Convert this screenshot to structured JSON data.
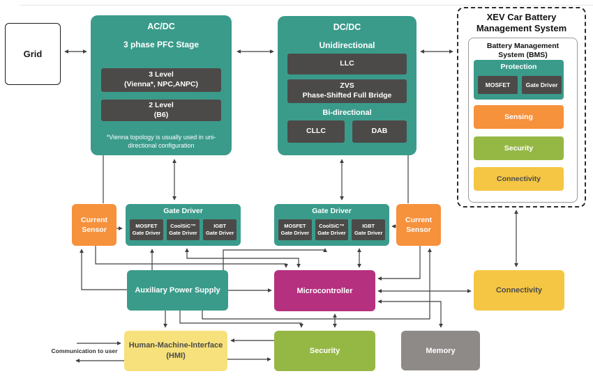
{
  "colors": {
    "teal": "#3a9b8b",
    "dark": "#4c4a48",
    "orange": "#f6913c",
    "magenta": "#b5307e",
    "green": "#95b845",
    "yellow": "#f5c644",
    "light_yellow": "#f7e17c",
    "gray": "#8d8a88",
    "line": "#3f3f3f"
  },
  "grid": {
    "label": "Grid"
  },
  "acdc": {
    "title": "AC/DC",
    "subtitle": "3 phase PFC Stage",
    "option3_line1": "3 Level",
    "option3_line2": "(Vienna*, NPC,ANPC)",
    "option2_line1": "2 Level",
    "option2_line2": "(B6)",
    "footnote_line1": "*Vienna topology is usually used in uni-",
    "footnote_line2": "directional configuration"
  },
  "dcdc": {
    "title": "DC/DC",
    "uni_label": "Unidirectional",
    "llc": "LLC",
    "zvs_line1": "ZVS",
    "zvs_line2": "Phase-Shifted Full Bridge",
    "bi_label": "Bi-directional",
    "cllc": "CLLC",
    "dab": "DAB"
  },
  "xev": {
    "title_line1": "XEV Car Battery",
    "title_line2": "Management System",
    "bms_line1": "Battery Management",
    "bms_line2": "System (BMS)",
    "protection_title": "Protection",
    "protection_mosfet": "MOSFET",
    "protection_gate_driver": "Gate Driver",
    "sensing": "Sensing",
    "security": "Security",
    "connectivity": "Connectivity"
  },
  "current_sensor_left": {
    "line1": "Current",
    "line2": "Sensor"
  },
  "current_sensor_right": {
    "line1": "Current",
    "line2": "Sensor"
  },
  "gate_driver_left": {
    "title": "Gate Driver",
    "drivers": [
      {
        "l1": "MOSFET",
        "l2": "Gate Driver"
      },
      {
        "l1": "CoolSiC™",
        "l2": "Gate Driver"
      },
      {
        "l1": "IGBT",
        "l2": "Gate Driver"
      }
    ]
  },
  "gate_driver_right": {
    "title": "Gate Driver",
    "drivers": [
      {
        "l1": "MOSFET",
        "l2": "Gate Driver"
      },
      {
        "l1": "CoolSiC™",
        "l2": "Gate Driver"
      },
      {
        "l1": "IGBT",
        "l2": "Gate Driver"
      }
    ]
  },
  "aux": {
    "label": "Auxiliary Power Supply"
  },
  "micro": {
    "label": "Microcontroller"
  },
  "connectivity": {
    "label": "Connectivity"
  },
  "hmi": {
    "line1": "Human-Machine-Interface",
    "line2": "(HMI)"
  },
  "security": {
    "label": "Security"
  },
  "memory": {
    "label": "Memory"
  },
  "comm": {
    "label": "Communication to user"
  }
}
